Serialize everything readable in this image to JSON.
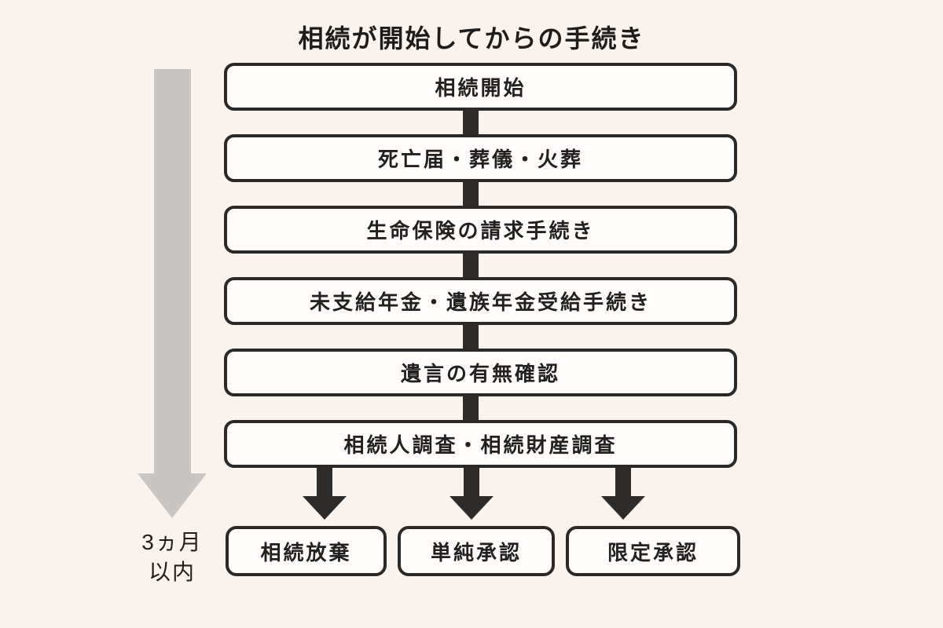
{
  "title": "相続が開始してからの手続き",
  "timeline": {
    "label_line1": "3ヵ月",
    "label_line2": "以内"
  },
  "flow": {
    "steps": [
      {
        "label": "相続開始"
      },
      {
        "label": "死亡届・葬儀・火葬"
      },
      {
        "label": "生命保険の請求手続き"
      },
      {
        "label": "未支給年金・遺族年金受給手続き"
      },
      {
        "label": "遺言の有無確認"
      },
      {
        "label": "相続人調査・相続財産調査"
      }
    ],
    "outcomes": [
      {
        "label": "相続放棄"
      },
      {
        "label": "単純承認"
      },
      {
        "label": "限定承認"
      }
    ]
  },
  "colors": {
    "background": "#faf2ec",
    "box_fill": "#fffdfb",
    "box_border": "#2b2927",
    "connector_black": "#2e2c2a",
    "timeline_gray": "#c9c5c2",
    "text": "#222120"
  }
}
